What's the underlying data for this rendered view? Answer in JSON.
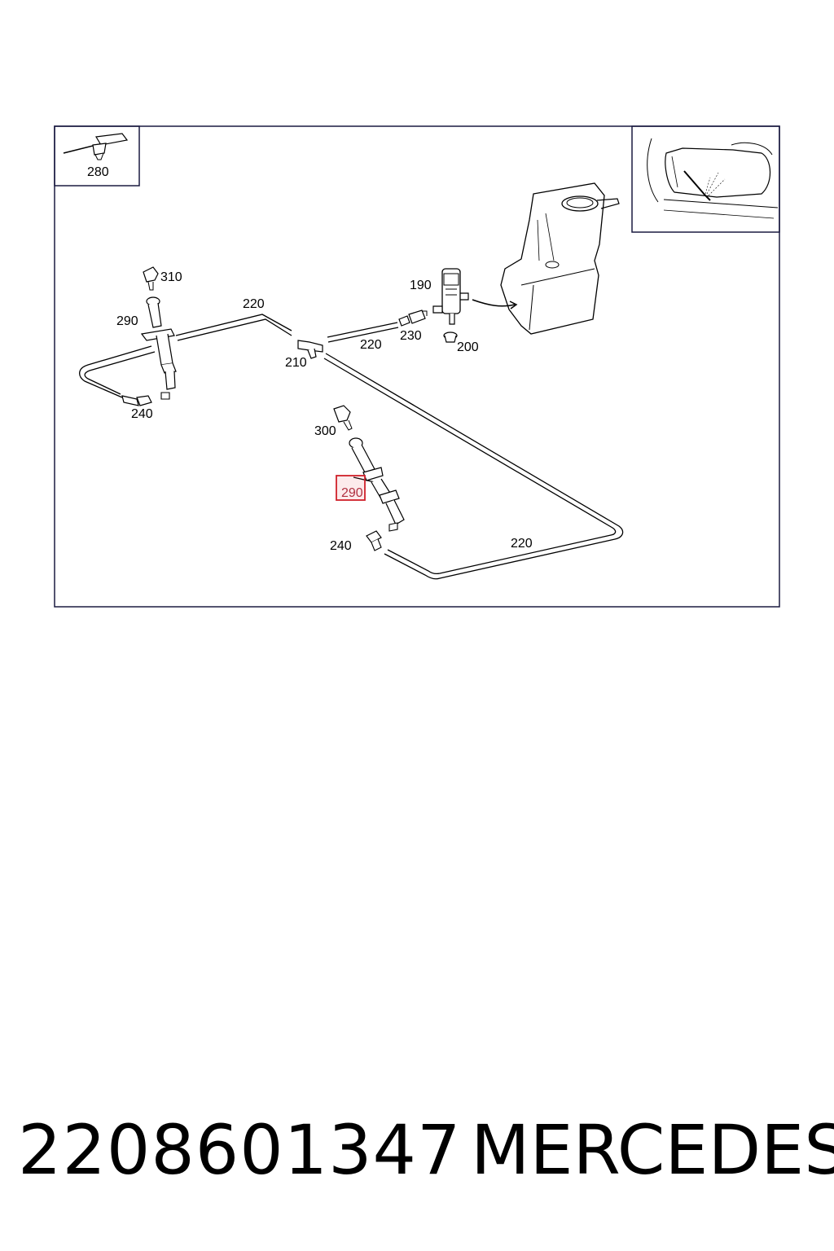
{
  "diagram": {
    "inset_label": "280",
    "callouts": {
      "c310": "310",
      "c290_left": "290",
      "c220_top": "220",
      "c240_left": "240",
      "c210": "210",
      "c220_mid": "220",
      "c230": "230",
      "c190": "190",
      "c200": "200",
      "c300": "300",
      "c290_highlighted": "290",
      "c240_bottom": "240",
      "c220_bottom": "220"
    },
    "highlight_color": "#d0202a"
  },
  "footer": {
    "part_number": "2208601347",
    "brand": "MERCEDES"
  }
}
